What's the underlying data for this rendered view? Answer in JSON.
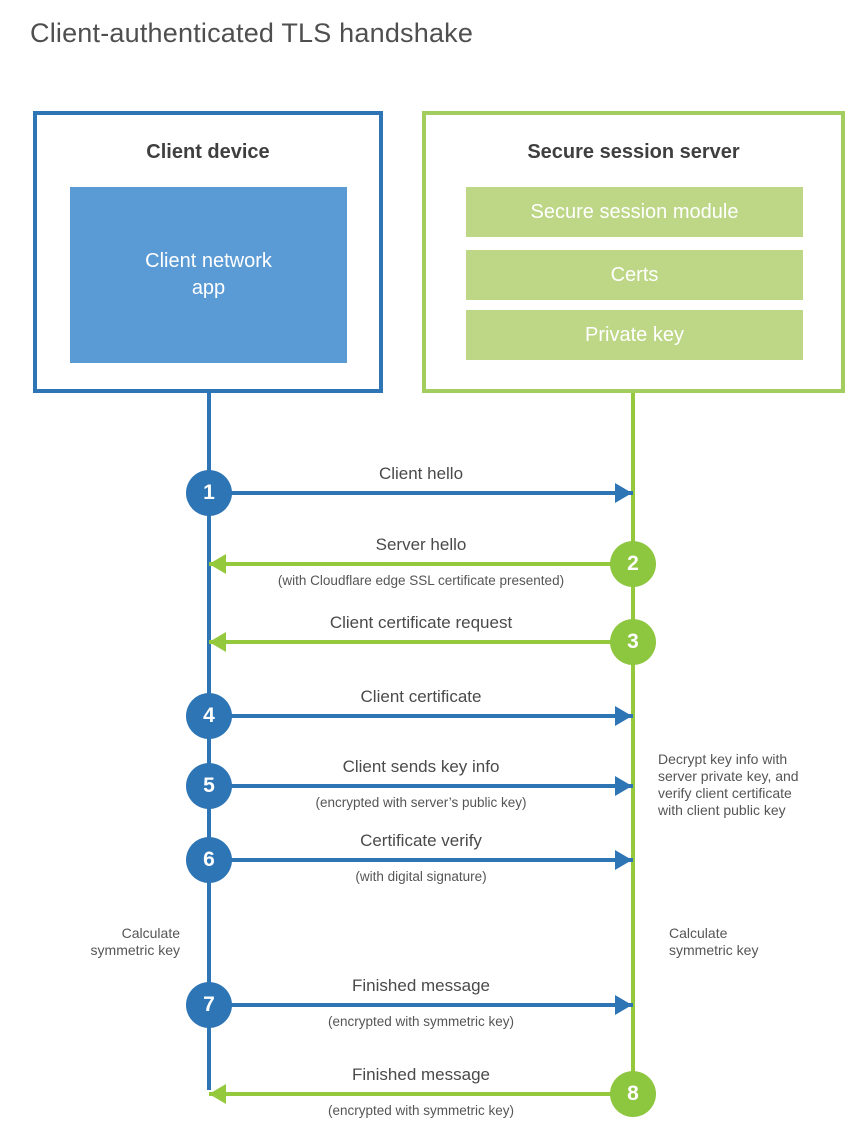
{
  "title": "Client-authenticated TLS handshake",
  "colors": {
    "blue_line": "#2e75b6",
    "blue_fill": "#5b9bd5",
    "green_line": "#94c83d",
    "green_border": "#a3cd5f",
    "green_fill": "#bdd786",
    "text": "#4d4d4d"
  },
  "client": {
    "title": "Client device",
    "app_label": "Client network app"
  },
  "server": {
    "title": "Secure session server",
    "modules": [
      "Secure session module",
      "Certs",
      "Private key"
    ]
  },
  "steps": [
    {
      "number": "1",
      "from": "client",
      "direction": "client-to-server",
      "label": "Client hello",
      "sublabel": ""
    },
    {
      "number": "2",
      "from": "server",
      "direction": "server-to-client",
      "label": "Server hello",
      "sublabel": "(with Cloudflare edge SSL certificate presented)"
    },
    {
      "number": "3",
      "from": "server",
      "direction": "server-to-client",
      "label": "Client certificate request",
      "sublabel": ""
    },
    {
      "number": "4",
      "from": "client",
      "direction": "client-to-server",
      "label": "Client certificate",
      "sublabel": ""
    },
    {
      "number": "5",
      "from": "client",
      "direction": "client-to-server",
      "label": "Client sends key info",
      "sublabel": "(encrypted with server’s public key)"
    },
    {
      "number": "6",
      "from": "client",
      "direction": "client-to-server",
      "label": "Certificate verify",
      "sublabel": "(with digital signature)"
    },
    {
      "number": "7",
      "from": "client",
      "direction": "client-to-server",
      "label": "Finished message",
      "sublabel": "(encrypted with symmetric key)"
    },
    {
      "number": "8",
      "from": "server",
      "direction": "server-to-client",
      "label": "Finished message",
      "sublabel": "(encrypted with symmetric key)"
    }
  ],
  "notes": {
    "decrypt_lines": [
      "Decrypt key info with",
      "server private key, and",
      "verify client certificate",
      "with client public key"
    ],
    "calc_left_lines": [
      "Calculate",
      "symmetric key"
    ],
    "calc_right_lines": [
      "Calculate",
      "symmetric key"
    ]
  }
}
